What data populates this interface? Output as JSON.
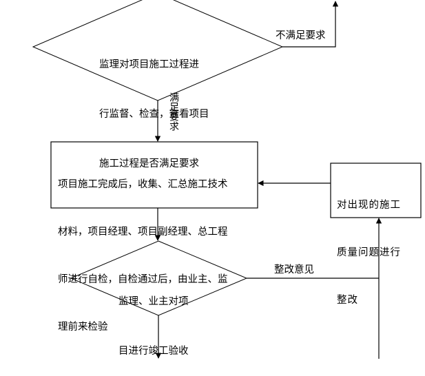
{
  "nodes": {
    "inspect_decision": {
      "lines": [
        "监理对项目施工过程进",
        "行监督、检查，查看项目",
        "施工过程是否满足要求"
      ]
    },
    "completion_box": {
      "lines": [
        "项目施工完成后，收集、汇总施工技术",
        "材料，项目经理、项目副经理、总工程",
        "师进行自检，自检通过后，由业主、监",
        "理前来检验"
      ]
    },
    "rectify_box": {
      "lines": [
        "对出现的施工",
        "质量问题进行",
        "整改"
      ]
    },
    "acceptance_decision": {
      "lines": [
        "监理、业主对项",
        "目进行竣工验收"
      ]
    }
  },
  "edges": {
    "not_satisfied_label": "不满足要求",
    "satisfied_label": "满足要求",
    "rectify_opinion_label": "整改意见"
  },
  "colors": {
    "stroke": "#000000",
    "background": "#ffffff",
    "text": "#000000"
  }
}
